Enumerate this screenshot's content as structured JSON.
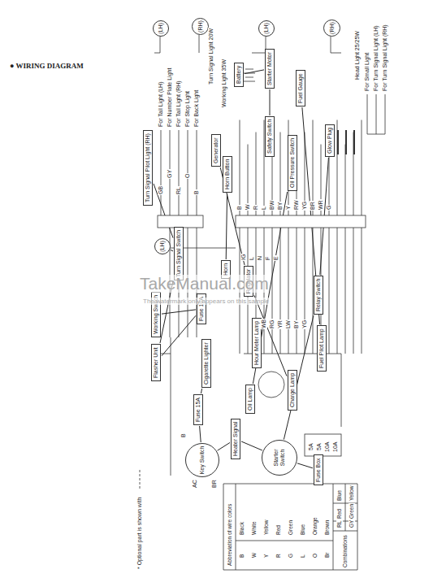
{
  "diagram": {
    "title": "● WIRING DIAGRAM",
    "nodes": [
      {
        "text": [
          "(LH)"
        ]
      },
      {
        "text": [
          "(RH)"
        ]
      },
      {
        "text": [
          "(LH)"
        ]
      },
      {
        "text": [
          "(RH)"
        ]
      },
      {
        "text": [
          "Battery"
        ]
      },
      {
        "text": [
          "Starter Motor"
        ]
      },
      {
        "text": [
          "Generator"
        ]
      },
      {
        "text": [
          "Horn Button"
        ]
      },
      {
        "text": [
          "Safety Switch"
        ]
      },
      {
        "text": [
          "Fuel Gauge"
        ]
      },
      {
        "text": [
          "Oil Pressure Switch"
        ]
      },
      {
        "text": [
          "Glow Plug"
        ]
      },
      {
        "text": [
          "Turn Signal Pilot Light (RH)"
        ]
      },
      {
        "text": [
          "(LH)"
        ]
      },
      {
        "text": [
          "Turn Signal Switch"
        ]
      },
      {
        "text": [
          "Horn"
        ]
      },
      {
        "text": [
          "Regulator"
        ]
      },
      {
        "text": [
          "Relay Switch"
        ]
      },
      {
        "text": [
          "Working Switch"
        ]
      },
      {
        "text": [
          "Fuse 10A"
        ]
      },
      {
        "text": [
          "Flasher Unit"
        ]
      },
      {
        "text": [
          "Cigarette Lighter"
        ]
      },
      {
        "text": [
          "Oil Lamp"
        ]
      },
      {
        "text": [
          "Hour Meter Lamp"
        ]
      },
      {
        "text": [
          "Charge Lamp"
        ]
      },
      {
        "text": [
          "Fuel Pilot Lamp"
        ]
      },
      {
        "text": [
          "Fuse 15A"
        ]
      },
      {
        "text": [
          "Key Switch"
        ]
      },
      {
        "text": [
          "Heater Signal"
        ]
      },
      {
        "text": [
          "Starter Switch"
        ]
      },
      {
        "text": [
          "Fuse Box"
        ]
      }
    ],
    "edges": [
      {
        "from": 4,
        "to": 5,
        "arrow": "none"
      },
      {
        "from": 8,
        "to": 5,
        "arrow": "none"
      },
      {
        "from": 6,
        "to": 16,
        "arrow": "none"
      },
      {
        "from": 7,
        "to": 15,
        "arrow": "none"
      },
      {
        "from": 14,
        "to": 13,
        "arrow": "none"
      },
      {
        "from": 14,
        "to": 12,
        "arrow": "none"
      },
      {
        "from": 19,
        "to": 20,
        "arrow": "none"
      },
      {
        "from": 20,
        "to": 14,
        "arrow": "none"
      },
      {
        "from": 18,
        "to": 19,
        "arrow": "none"
      },
      {
        "from": 27,
        "to": 26,
        "arrow": "none"
      },
      {
        "from": 26,
        "to": 21,
        "arrow": "none"
      },
      {
        "from": 27,
        "to": 28,
        "arrow": "none"
      },
      {
        "from": 28,
        "to": 29,
        "arrow": "none"
      },
      {
        "from": 29,
        "to": 30,
        "arrow": "none"
      },
      {
        "from": 17,
        "to": 29,
        "arrow": "none"
      },
      {
        "from": 11,
        "to": 17,
        "arrow": "none"
      },
      {
        "from": 9,
        "to": 25,
        "arrow": "none"
      },
      {
        "from": 10,
        "to": 22,
        "arrow": "none"
      },
      {
        "from": 16,
        "to": 24,
        "arrow": "none"
      }
    ],
    "labels": [
      "Turn Signal Light 20W",
      "Working Light 35W",
      "For Tail Light (LH)",
      "For Number Plate Light",
      "For Tail Light (RH)",
      "For Stop Light",
      "For Back Light",
      "Head Light 25/25W",
      "For Small Light",
      "For Turn Signal Light (LH)",
      "For Turn Signal Light (RH)",
      "* Optional part is shown with",
      "Abbreviation of wire colors",
      "B",
      "Black",
      "W",
      "White",
      "Y",
      "Yellow",
      "R",
      "Red",
      "G",
      "Green",
      "L",
      "Blue",
      "O",
      "Orange",
      "Br",
      "Brown",
      "Combinations",
      "RL",
      "Red",
      "Blue",
      "GY",
      "Green",
      "Yellow",
      "5A",
      "5A",
      "10A",
      "10A",
      "IG",
      "L",
      "N",
      "F",
      "E",
      "B",
      "AC",
      "BR",
      "GB",
      "GY",
      "RL",
      "O",
      "B",
      "B",
      "W",
      "R",
      "L",
      "BW",
      "BY",
      "Y",
      "RW",
      "YG",
      "BR",
      "WR",
      "G",
      "WB",
      "RG",
      "YR",
      "LW",
      "BY",
      "YG",
      "TakeManual.com",
      "The watermark only appears on this sample"
    ]
  }
}
